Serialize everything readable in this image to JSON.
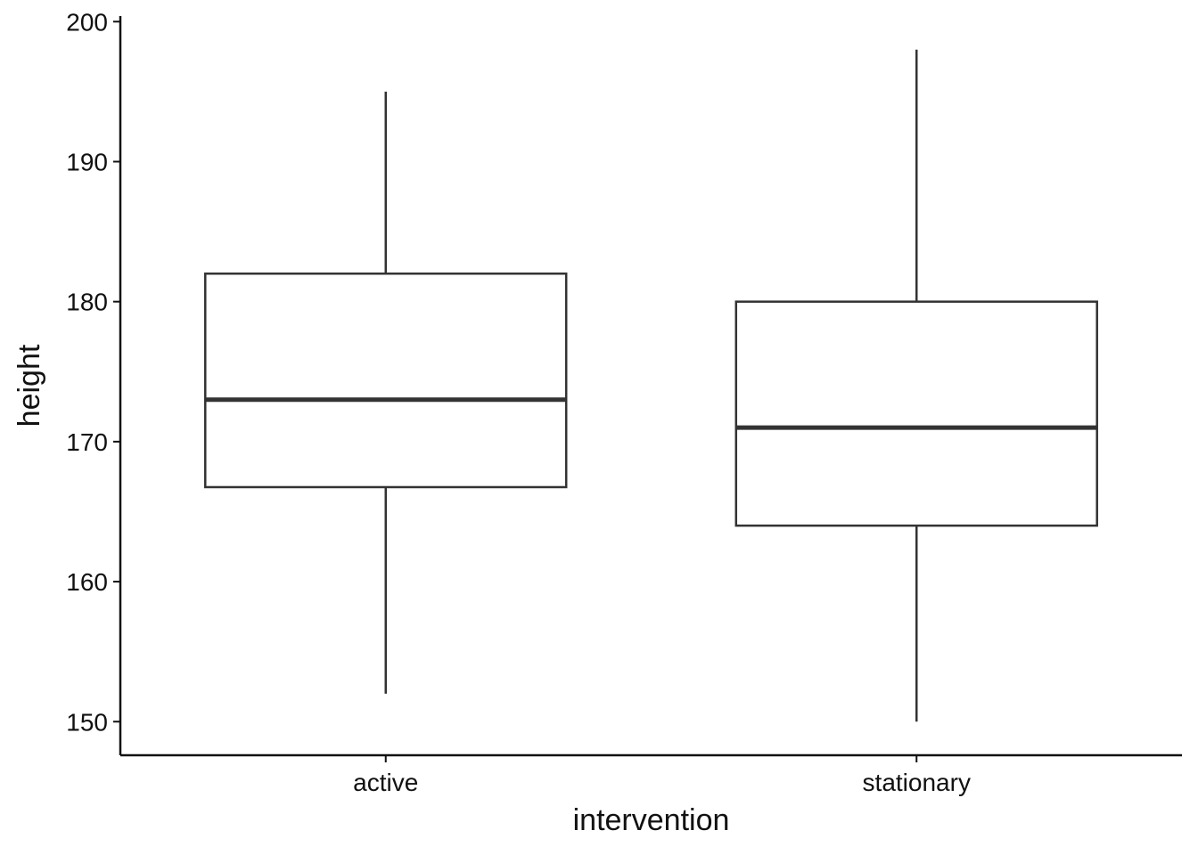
{
  "chart_data": {
    "type": "boxplot",
    "xlabel": "intervention",
    "ylabel": "height",
    "ylim": [
      147.6,
      200.4
    ],
    "yticks": [
      150,
      160,
      170,
      180,
      190,
      200
    ],
    "grid": false,
    "categories": [
      "active",
      "stationary"
    ],
    "boxes": [
      {
        "category": "active",
        "min": 152,
        "q1": 166.75,
        "median": 173,
        "q3": 182,
        "max": 195
      },
      {
        "category": "stationary",
        "min": 150,
        "q1": 164,
        "median": 171,
        "q3": 180,
        "max": 198
      }
    ],
    "colors": {
      "box_outline": "#333333",
      "box_fill": "#ffffff",
      "axis": "#111111"
    }
  }
}
